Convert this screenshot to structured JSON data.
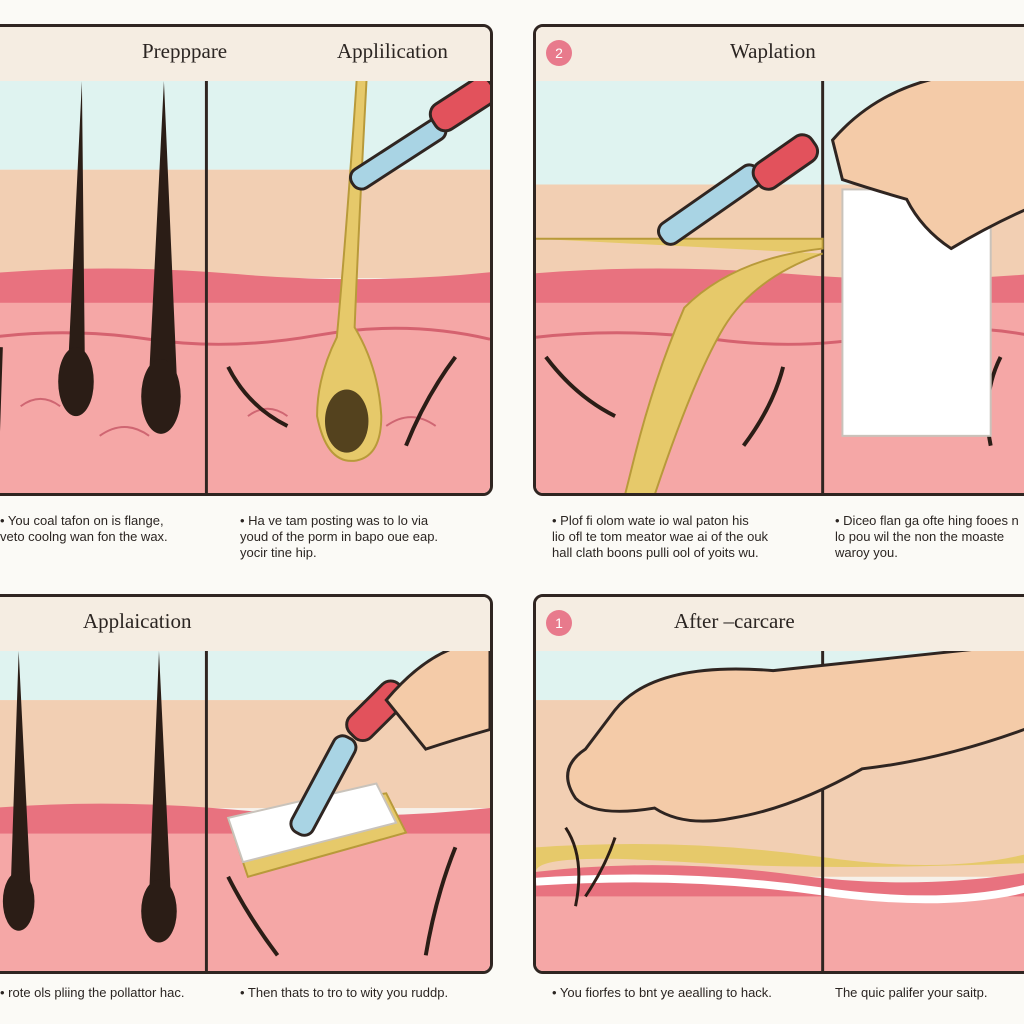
{
  "panels": [
    {
      "id": "prepare",
      "titles": [
        "Prepppare",
        "Applilication"
      ],
      "captions": [
        [
          "• You coal tafon on is flange,",
          "veto coolng wan fon the wax."
        ],
        [
          "• Ha ve tam posting was to lo via",
          "youd of the porm in bapo oue eap.",
          "yocir tine hip."
        ]
      ]
    },
    {
      "id": "waplation",
      "badge": "2",
      "titles": [
        "Waplation"
      ],
      "captions": [
        [
          "• Plof fi olom wate io wal paton his",
          "lio ofl te tom meator wae ai of the ouk",
          "hall clath boons pulli ool of yoits wu."
        ],
        [
          "• Diceo flan ga ofte hing fooes n",
          "lo pou wil the non the moaste",
          "waroy you."
        ]
      ]
    },
    {
      "id": "application",
      "titles": [
        "Applaication"
      ],
      "captions": [
        [
          "• rote ols pliing the pollattor hac."
        ],
        [
          "• Then thats to tro to wity you ruddp."
        ]
      ]
    },
    {
      "id": "aftercare",
      "badge": "1",
      "titles": [
        "After –carcare"
      ],
      "captions": [
        [
          "• You fiorfes to bnt ye aealling to hack."
        ],
        [
          "The quic palifer your saitp."
        ]
      ]
    }
  ],
  "colors": {
    "outline": "#2f2521",
    "sky": "#dff3f0",
    "skin": "#f2cfb3",
    "dermis": "#f5a7a6",
    "epidermis": "#e8727f",
    "hair": "#2b1d16",
    "wax": "#e6c96a",
    "spatula_handle": "#e2525c",
    "spatula_blade": "#a9d4e4",
    "badge": "#e87a8c"
  }
}
